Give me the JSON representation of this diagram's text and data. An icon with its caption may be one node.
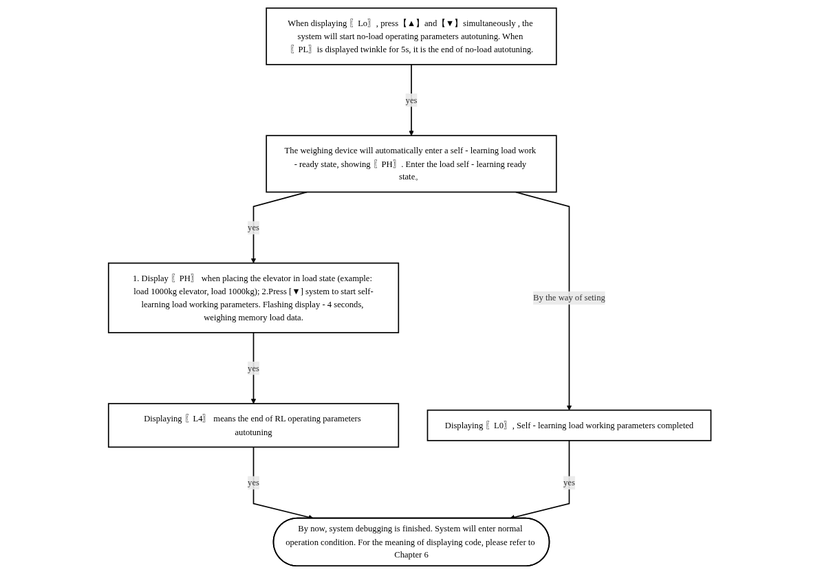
{
  "diagram": {
    "nodes": [
      {
        "text": [
          "When displaying 〖Lo〗, press【▲】and【▼】simultaneously , the system will start no-load operating parameters autotuning. When 〖PL〗is displayed twinkle for 5s, it is the end of no-load autotuning."
        ]
      },
      {
        "text": [
          "The weighing device will automatically enter a self - learning load work - ready state, showing 〖PH〗. Enter the load self - learning ready state。"
        ]
      },
      {
        "text": [
          "1. Display 〖PH〗 when placing the elevator in load state (example: load 1000kg elevator, load 1000kg); 2.Press [▼] system to start self-learning load working parameters. Flashing display - 4 seconds, weighing memory load data."
        ]
      },
      {
        "text": [
          "Displaying 〖L4〗 means the end of RL operating parameters autotuning"
        ]
      },
      {
        "text": [
          "Displaying 〖L0〗, Self - learning load working parameters completed"
        ]
      },
      {
        "text": [
          "By now, system debugging is finished. System will enter normal operation condition. For the meaning of displaying code, please refer to Chapter 6"
        ]
      }
    ],
    "edges": [
      {
        "from": 0,
        "to": 1,
        "arrow": "to",
        "label": "yes"
      },
      {
        "from": 1,
        "to": 2,
        "arrow": "to",
        "label": "yes"
      },
      {
        "from": 1,
        "to": 4,
        "arrow": "to",
        "label": "By the way of seting"
      },
      {
        "from": 2,
        "to": 3,
        "arrow": "to",
        "label": "yes"
      },
      {
        "from": 3,
        "to": 5,
        "arrow": "to",
        "label": "yes"
      },
      {
        "from": 4,
        "to": 5,
        "arrow": "to",
        "label": "yes"
      }
    ]
  }
}
